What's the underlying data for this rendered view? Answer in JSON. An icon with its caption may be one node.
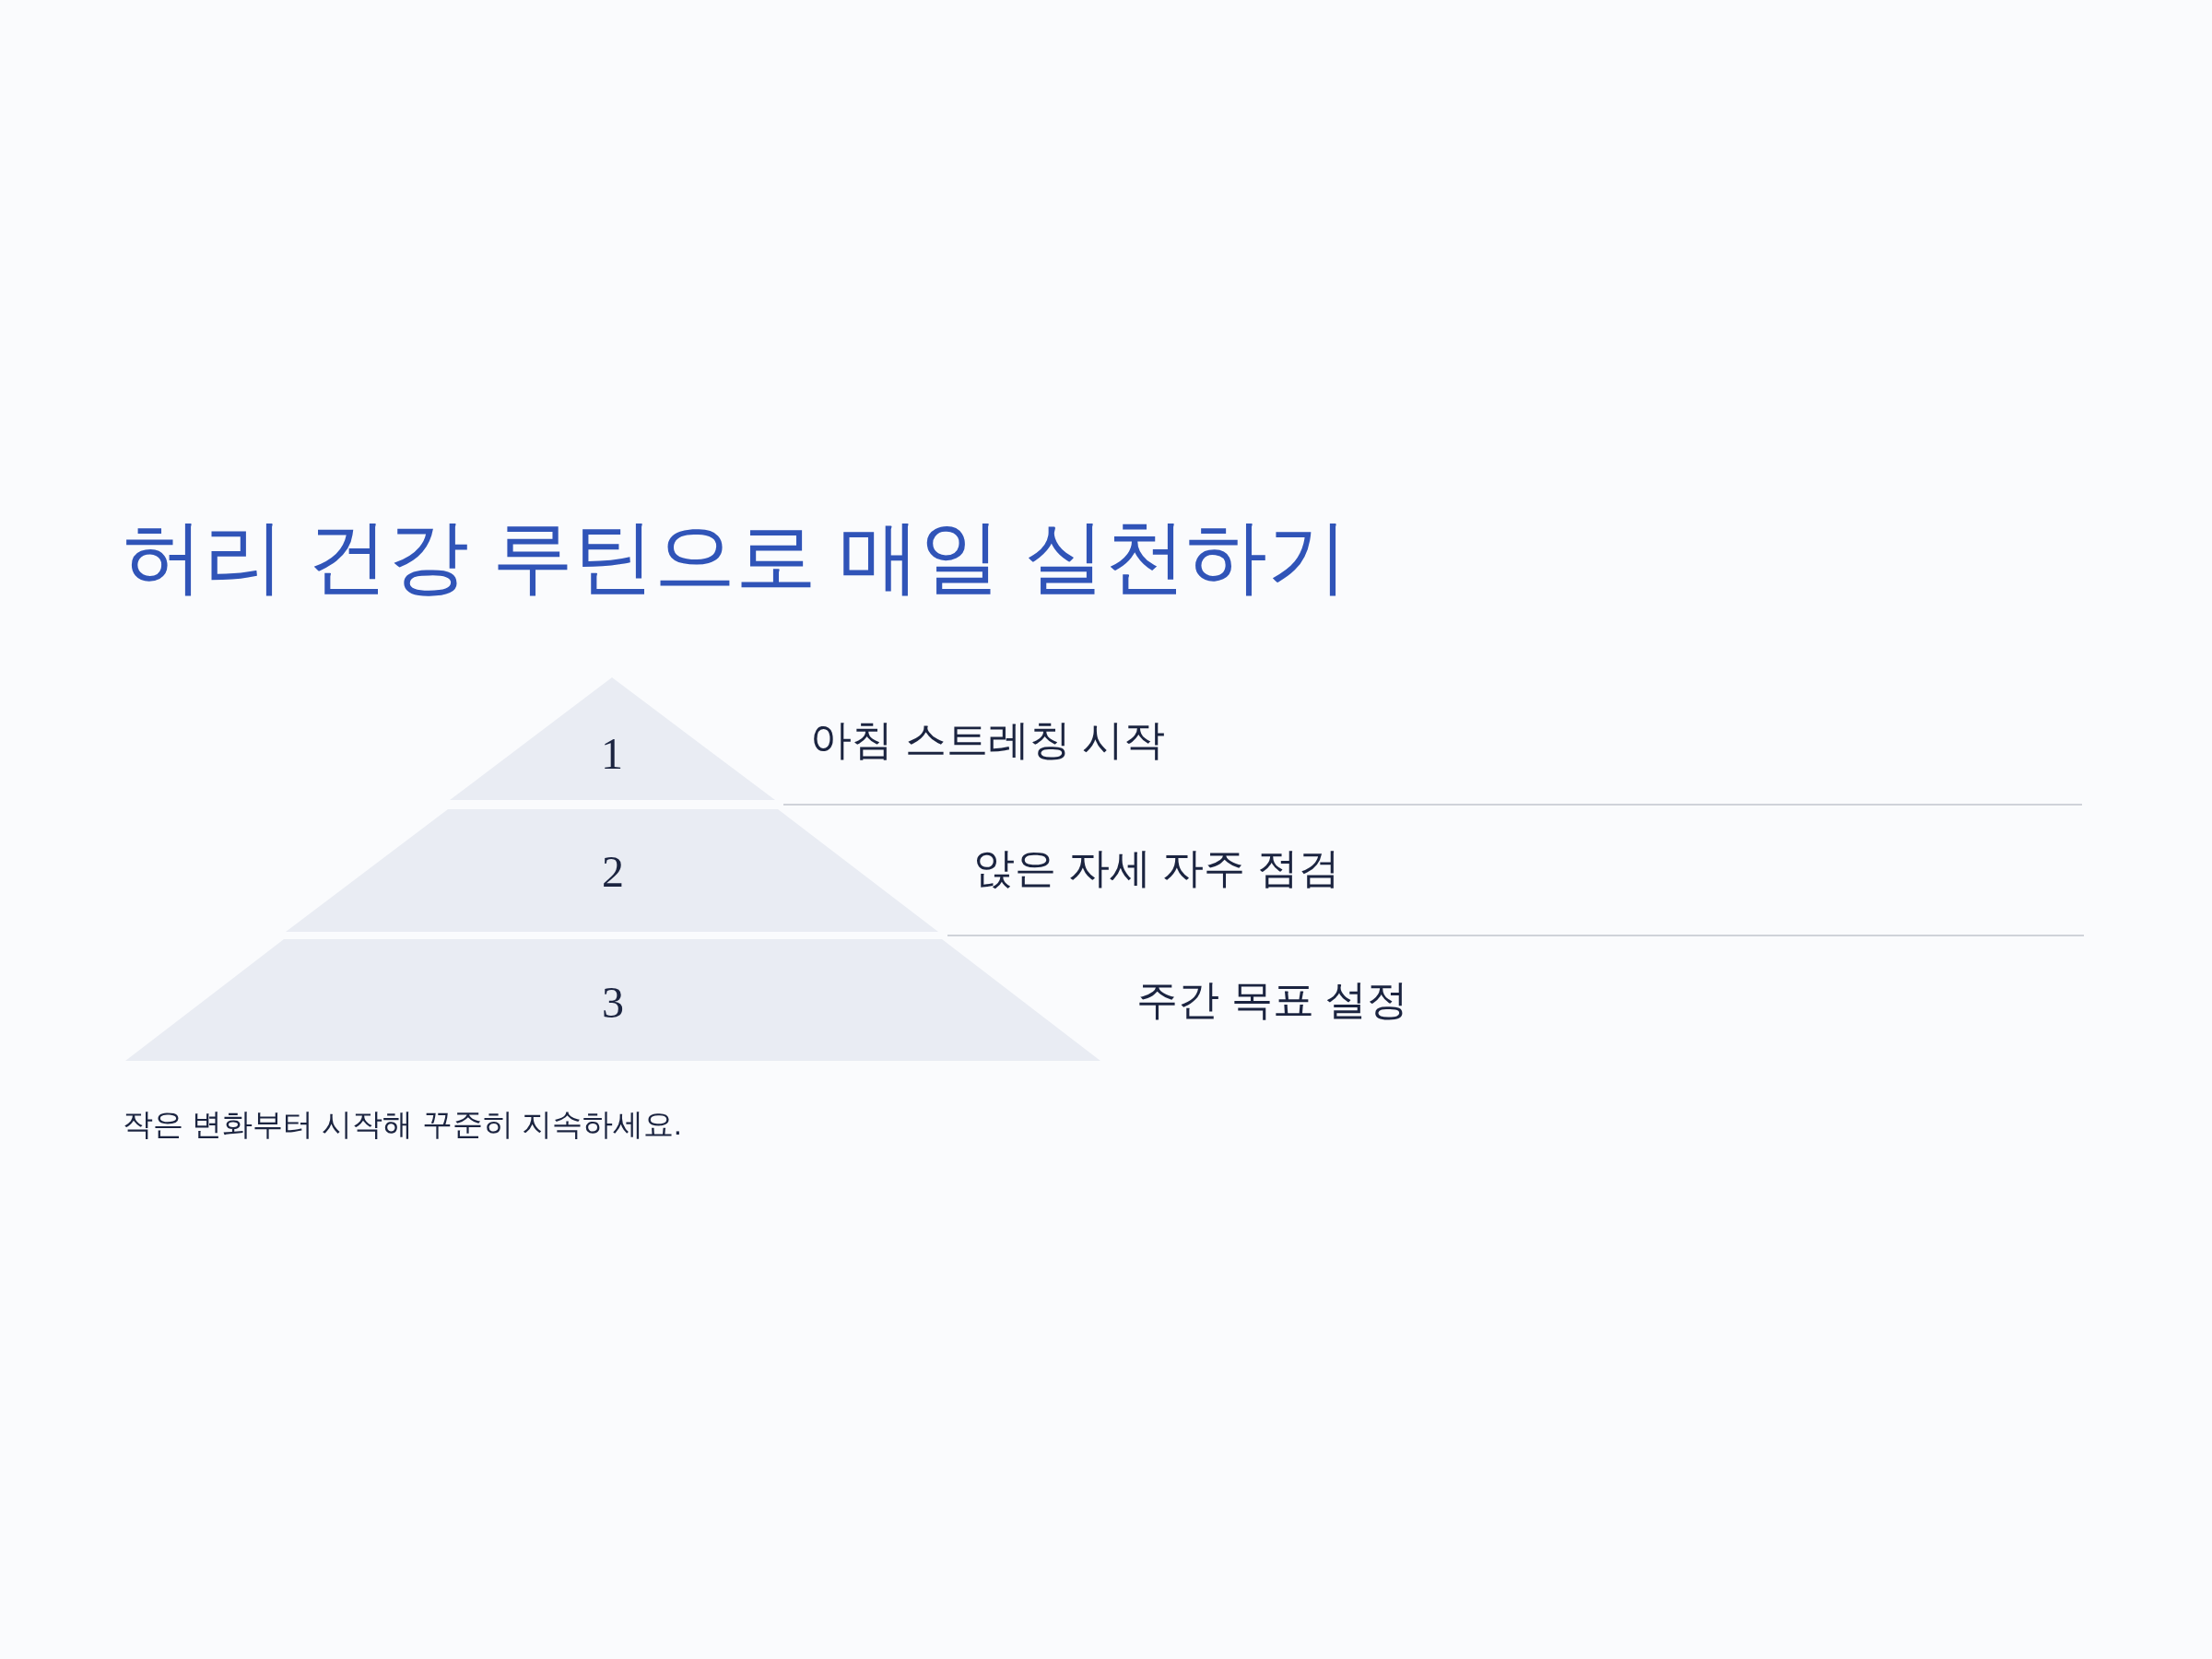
{
  "diagram": {
    "title": "허리 건강 루틴으로 매일 실천하기",
    "caption": "작은 변화부터 시작해 꾸준히 지속하세요.",
    "nodes": [
      {
        "text": [
          "1"
        ],
        "beside": [
          "아침 스트레칭 시작"
        ]
      },
      {
        "text": [
          "2"
        ],
        "beside": [
          "앉은 자세 자주 점검"
        ]
      },
      {
        "text": [
          "3"
        ],
        "beside": [
          "주간 목표 설정"
        ]
      }
    ]
  }
}
